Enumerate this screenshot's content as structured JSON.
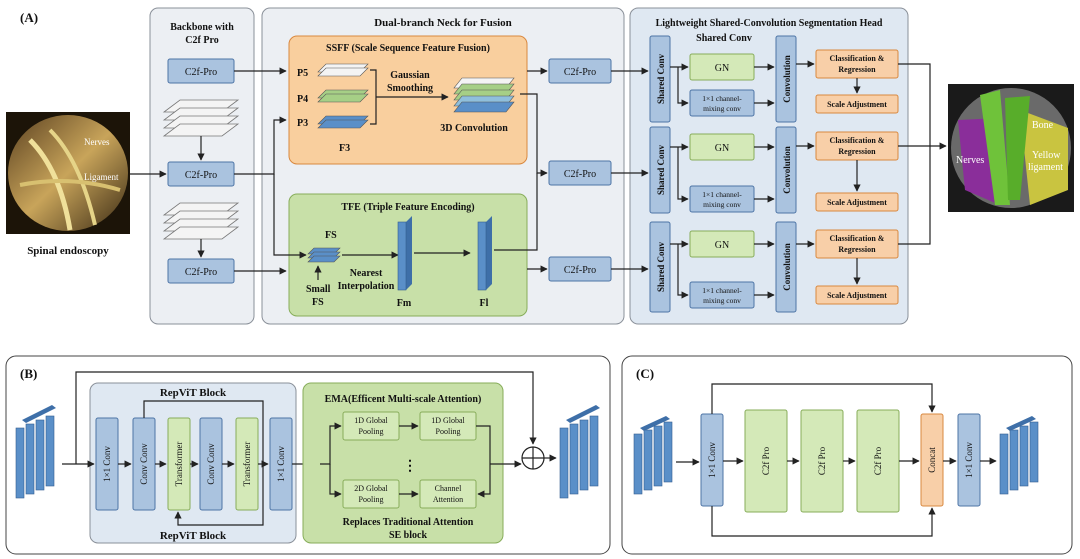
{
  "panel_a": {
    "label": "(A)",
    "backbone_title_1": "Backbone with",
    "backbone_title_2": "C2f Pro",
    "c2fpro": "C2f-Pro",
    "neck_title": "Dual-branch Neck for Fusion",
    "ssff_title": "SSFF (Scale Sequence Feature Fusion)",
    "p5": "P5",
    "p4": "P4",
    "p3": "P3",
    "f3": "F3",
    "gaussian_1": "Gaussian",
    "gaussian_2": "Smoothing",
    "conv3d": "3D Convolution",
    "tfe_title": "TFE (Triple Feature Encoding)",
    "fs": "FS",
    "small": "Small",
    "nearest_1": "Nearest",
    "nearest_2": "Interpolation",
    "fm": "Fm",
    "fl": "Fl",
    "head_title": "Lightweight Shared-Convolution Segmentation Head",
    "shared_conv_top": "Shared Conv",
    "shared_conv": "Shared Conv",
    "gn": "GN",
    "mix_1": "1×1 channel-",
    "mix_2": "mixing conv",
    "convolution": "Convolution",
    "cls_1": "Classification &",
    "cls_2": "Regression",
    "scale_adj": "Scale Adjustment",
    "input_labels": [
      "Nerves",
      "Ligament"
    ],
    "input_caption": "Spinal endoscopy",
    "output_labels": [
      "Bone",
      "Nerves",
      "Yellow",
      "ligament"
    ]
  },
  "panel_b": {
    "label": "(B)",
    "repvit_top": "RepViT Block",
    "repvit_bottom": "RepViT Block",
    "conv1": "1×1 Conv",
    "convconv": "Conv Conv",
    "transformer": "Transformer",
    "ema_title": "EMA(Efficent Multi-scale Attention)",
    "pool1d_1": "1D Global",
    "pool1d_2": "Pooling",
    "pool2d_1": "2D Global",
    "pool2d_2": "Pooling",
    "chan_1": "Channel",
    "chan_2": "Attention",
    "dots": "⋮",
    "replace_1": "Replaces Traditional Attention",
    "replace_2": "SE block"
  },
  "panel_c": {
    "label": "(C)",
    "conv1": "1×1 Conv",
    "c2fpro": "C2f Pro",
    "concat": "Concat"
  },
  "colors": {
    "blue_box": "#aac3df",
    "green_box": "#d4e9b8",
    "orange_box": "#f8cfa8",
    "panel_grey": "#eceff3",
    "panel_blue": "#dfe8f2",
    "ssff_bg": "#f9cf9e",
    "tfe_bg": "#c8e0a8"
  }
}
